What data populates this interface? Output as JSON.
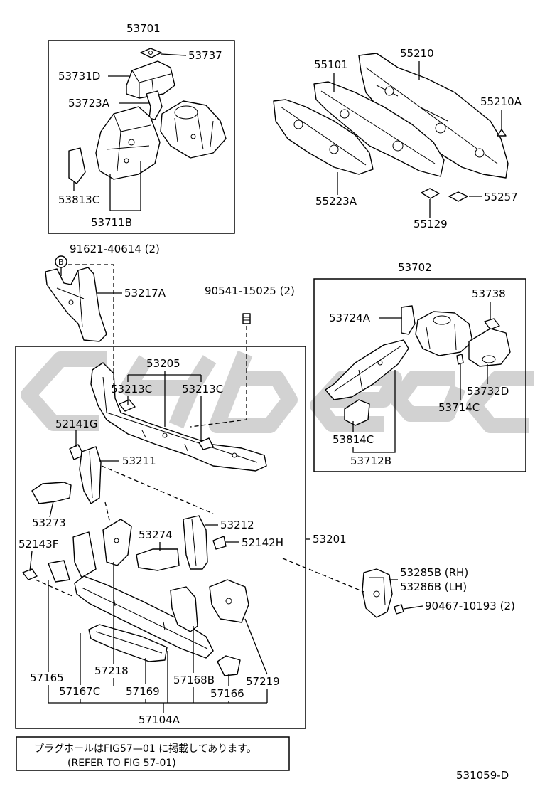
{
  "upper_left_group": {
    "assembly": "53701",
    "parts": [
      "53737",
      "53731D",
      "53723A",
      "53813C",
      "53711B"
    ]
  },
  "upper_right_group": {
    "parts": [
      "55210",
      "55101",
      "55210A",
      "55223A",
      "55257",
      "55129"
    ]
  },
  "middle_left_group": {
    "callout": "B",
    "parts": [
      "91621-40614 (2)",
      "53217A",
      "90541-15025 (2)"
    ]
  },
  "right_group": {
    "assembly": "53702",
    "parts": [
      "53738",
      "53724A",
      "53732D",
      "53714C",
      "53814C",
      "53712B"
    ]
  },
  "main_group": {
    "assembly": "53201",
    "parts": [
      "53205",
      "53213C",
      "53213C",
      "52141G",
      "53211",
      "53273",
      "53274",
      "53212",
      "52142H",
      "52143F",
      "57165",
      "57218",
      "57167C",
      "57169",
      "57168B",
      "57166",
      "57219",
      "57104A"
    ]
  },
  "side_group": {
    "parts": [
      "53285B (RH)",
      "53286B (LH)",
      "90467-10193 (2)"
    ]
  },
  "note": {
    "line1": "プラグホールはFIG57—01 に掲載してあります。",
    "line2": "(REFER TO FIG 57-01)"
  },
  "figure_code": "531059-D"
}
